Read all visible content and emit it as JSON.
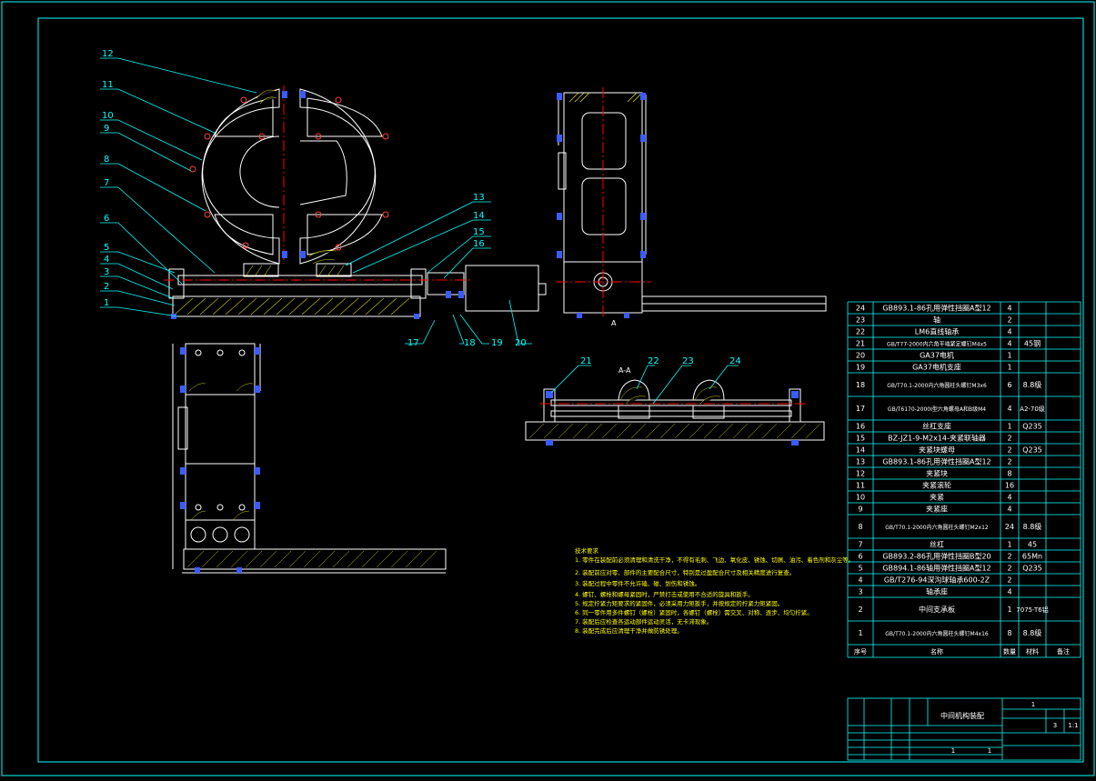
{
  "colors": {
    "background": "#000000",
    "frame": "#00ffff",
    "geometry": "#ffffff",
    "leader": "#00ffff",
    "centerline": "#ff0000",
    "hatch": "#ffff00",
    "notes": "#ffff00",
    "fastener": "#3b5bff",
    "bom_text": "#ffffff"
  },
  "callouts": {
    "c1": "1",
    "c2": "2",
    "c3": "3",
    "c4": "4",
    "c5": "5",
    "c6": "6",
    "c7": "7",
    "c8": "8",
    "c9": "9",
    "c10": "10",
    "c11": "11",
    "c12": "12",
    "c13": "13",
    "c14": "14",
    "c15": "15",
    "c16": "16",
    "c17": "17",
    "c18": "18",
    "c19": "19",
    "c20": "20",
    "c21": "21",
    "c22": "22",
    "c23": "23",
    "c24": "24"
  },
  "section_label": "A-A",
  "view_marker": "A",
  "bom": {
    "rows": [
      {
        "no": "24",
        "name": "GB893.1-86孔用弹性挡圈A型12",
        "qty": "4",
        "mat": "",
        "note": ""
      },
      {
        "no": "23",
        "name": "轴",
        "qty": "2",
        "mat": "",
        "note": ""
      },
      {
        "no": "22",
        "name": "LM6直线轴承",
        "qty": "4",
        "mat": "",
        "note": ""
      },
      {
        "no": "21",
        "name": "GB/T77-2000内六角平端紧定螺钉M4x5",
        "qty": "4",
        "mat": "45钢",
        "note": ""
      },
      {
        "no": "20",
        "name": "GA37电机",
        "qty": "1",
        "mat": "",
        "note": ""
      },
      {
        "no": "19",
        "name": "GA37电机支座",
        "qty": "1",
        "mat": "",
        "note": ""
      },
      {
        "no": "18",
        "name": "GB/T70.1-2000内六角圆柱头螺钉M3x6",
        "qty": "6",
        "mat": "8.8级",
        "note": ""
      },
      {
        "no": "17",
        "name": "GB/T6170-2000I型六角螺母A和B级M4",
        "qty": "4",
        "mat": "A2-70级",
        "note": ""
      },
      {
        "no": "16",
        "name": "丝杠支座",
        "qty": "1",
        "mat": "Q235",
        "note": ""
      },
      {
        "no": "15",
        "name": "BZ-JZ1-9-M2x14-夹紧联轴器",
        "qty": "2",
        "mat": "",
        "note": ""
      },
      {
        "no": "14",
        "name": "夹紧块螺母",
        "qty": "2",
        "mat": "Q235",
        "note": ""
      },
      {
        "no": "13",
        "name": "GB893.1-86孔用弹性挡圈A型12",
        "qty": "2",
        "mat": "",
        "note": ""
      },
      {
        "no": "12",
        "name": "夹紧块",
        "qty": "8",
        "mat": "",
        "note": ""
      },
      {
        "no": "11",
        "name": "夹紧滚轮",
        "qty": "16",
        "mat": "",
        "note": ""
      },
      {
        "no": "10",
        "name": "夹紧",
        "qty": "4",
        "mat": "",
        "note": ""
      },
      {
        "no": "9",
        "name": "夹紧座",
        "qty": "4",
        "mat": "",
        "note": ""
      },
      {
        "no": "8",
        "name": "GB/T70.1-2000内六角圆柱头螺钉M2x12",
        "qty": "24",
        "mat": "8.8级",
        "note": ""
      },
      {
        "no": "7",
        "name": "丝杠",
        "qty": "1",
        "mat": "45",
        "note": ""
      },
      {
        "no": "6",
        "name": "GB893.2-86孔用弹性挡圈B型20",
        "qty": "2",
        "mat": "65Mn",
        "note": ""
      },
      {
        "no": "5",
        "name": "GB894.1-86轴用弹性挡圈A型12",
        "qty": "2",
        "mat": "Q235",
        "note": ""
      },
      {
        "no": "4",
        "name": "GB/T276-94深沟球轴承600-2Z",
        "qty": "2",
        "mat": "",
        "note": ""
      },
      {
        "no": "3",
        "name": "轴承座",
        "qty": "4",
        "mat": "",
        "note": ""
      },
      {
        "no": "2",
        "name": "中间支承板",
        "qty": "1",
        "mat": "7075-T6铝",
        "note": ""
      },
      {
        "no": "1",
        "name": "GB/T70.1-2000内六角圆柱头螺钉M4x16",
        "qty": "8",
        "mat": "8.8级",
        "note": ""
      }
    ],
    "header": {
      "no": "序号",
      "name": "名称",
      "qty": "数量",
      "mat": "材料",
      "note": "备注"
    }
  },
  "title_block": {
    "drawing_name": "中间机构装配",
    "scale_value": "1",
    "sheet_total": "1",
    "sheet_no": "1",
    "count_value": "1",
    "ratio_value": "3",
    "ratio_value2": "1:1"
  },
  "notes": {
    "heading": "技术要求",
    "lines": [
      "1. 零件在装配前必须清理和清洗干净，不得有毛刺、飞边、氧化皮、锈蚀、切屑、油污、着色剂和灰尘等。",
      "2. 装配前应对零、部件的主要配合尺寸，特别是过盈配合尺寸及相关精度进行复查。",
      "3. 装配过程中零件不允许磕、碰、划伤和锈蚀。",
      "4. 螺钉、螺栓和螺母紧固时，严禁打击或使用不合适的旋具和扳手。",
      "5. 规定拧紧力矩要求的紧固件，必须采用力矩扳手，并按规定的拧紧力矩紧固。",
      "6. 同一零件用多件螺钉（螺栓）紧固时，各螺钉（螺栓）需交叉、对称、逐步、均匀拧紧。",
      "7. 装配后应检查各运动部件运动灵活，无卡滞现象。",
      "8. 装配完成后应清理干净并做防锈处理。"
    ]
  }
}
